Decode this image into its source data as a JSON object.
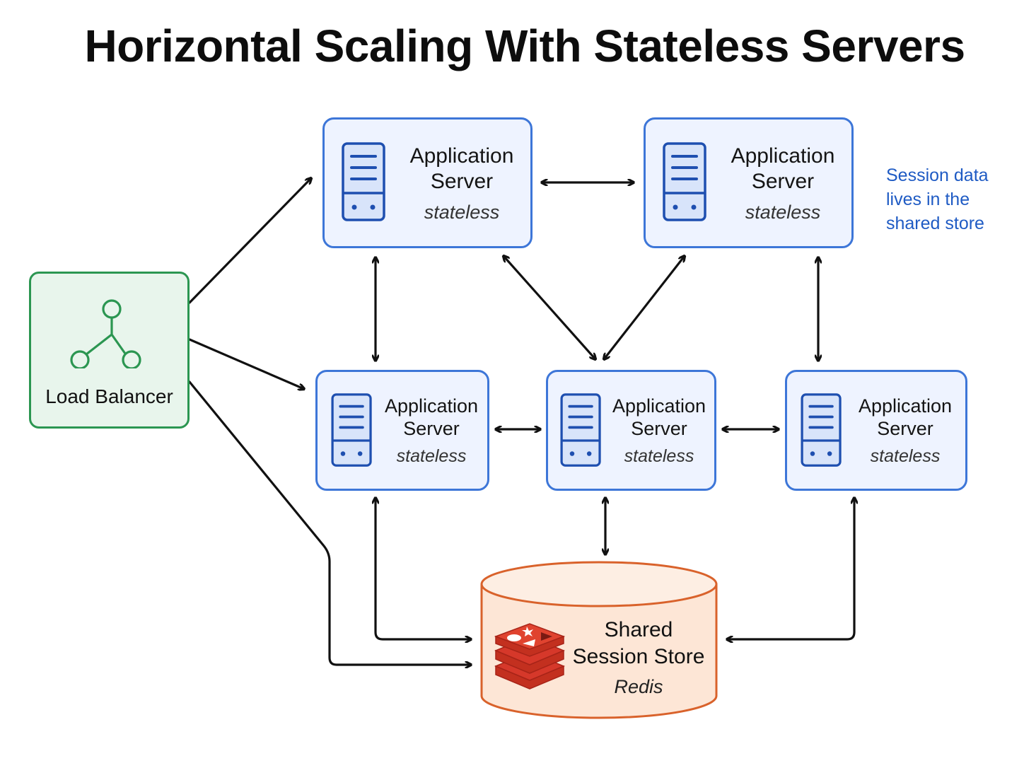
{
  "title": "Horizontal Scaling With Stateless Servers",
  "note": "Session data lives in the shared store",
  "load_balancer": {
    "label": "Load Balancer",
    "icon": "network-hub-icon"
  },
  "servers": [
    {
      "name_line1": "Application",
      "name_line2": "Server",
      "role": "stateless"
    },
    {
      "name_line1": "Application",
      "name_line2": "Server",
      "role": "stateless"
    },
    {
      "name_line1": "Application",
      "name_line2": "Server",
      "role": "stateless"
    },
    {
      "name_line1": "Application",
      "name_line2": "Server",
      "role": "stateless"
    },
    {
      "name_line1": "Application",
      "name_line2": "Server",
      "role": "stateless"
    }
  ],
  "store": {
    "line1": "Shared",
    "line2": "Session Store",
    "tech": "Redis",
    "icon": "redis-icon"
  },
  "colors": {
    "server_border": "#3d76d8",
    "server_fill": "#eef3ff",
    "load_balancer_border": "#2b9651",
    "load_balancer_fill": "#e8f5ec",
    "store_border": "#d9622b",
    "store_fill": "#fde6d6",
    "redis_red": "#d6382a",
    "note_text": "#1f5bc4"
  }
}
